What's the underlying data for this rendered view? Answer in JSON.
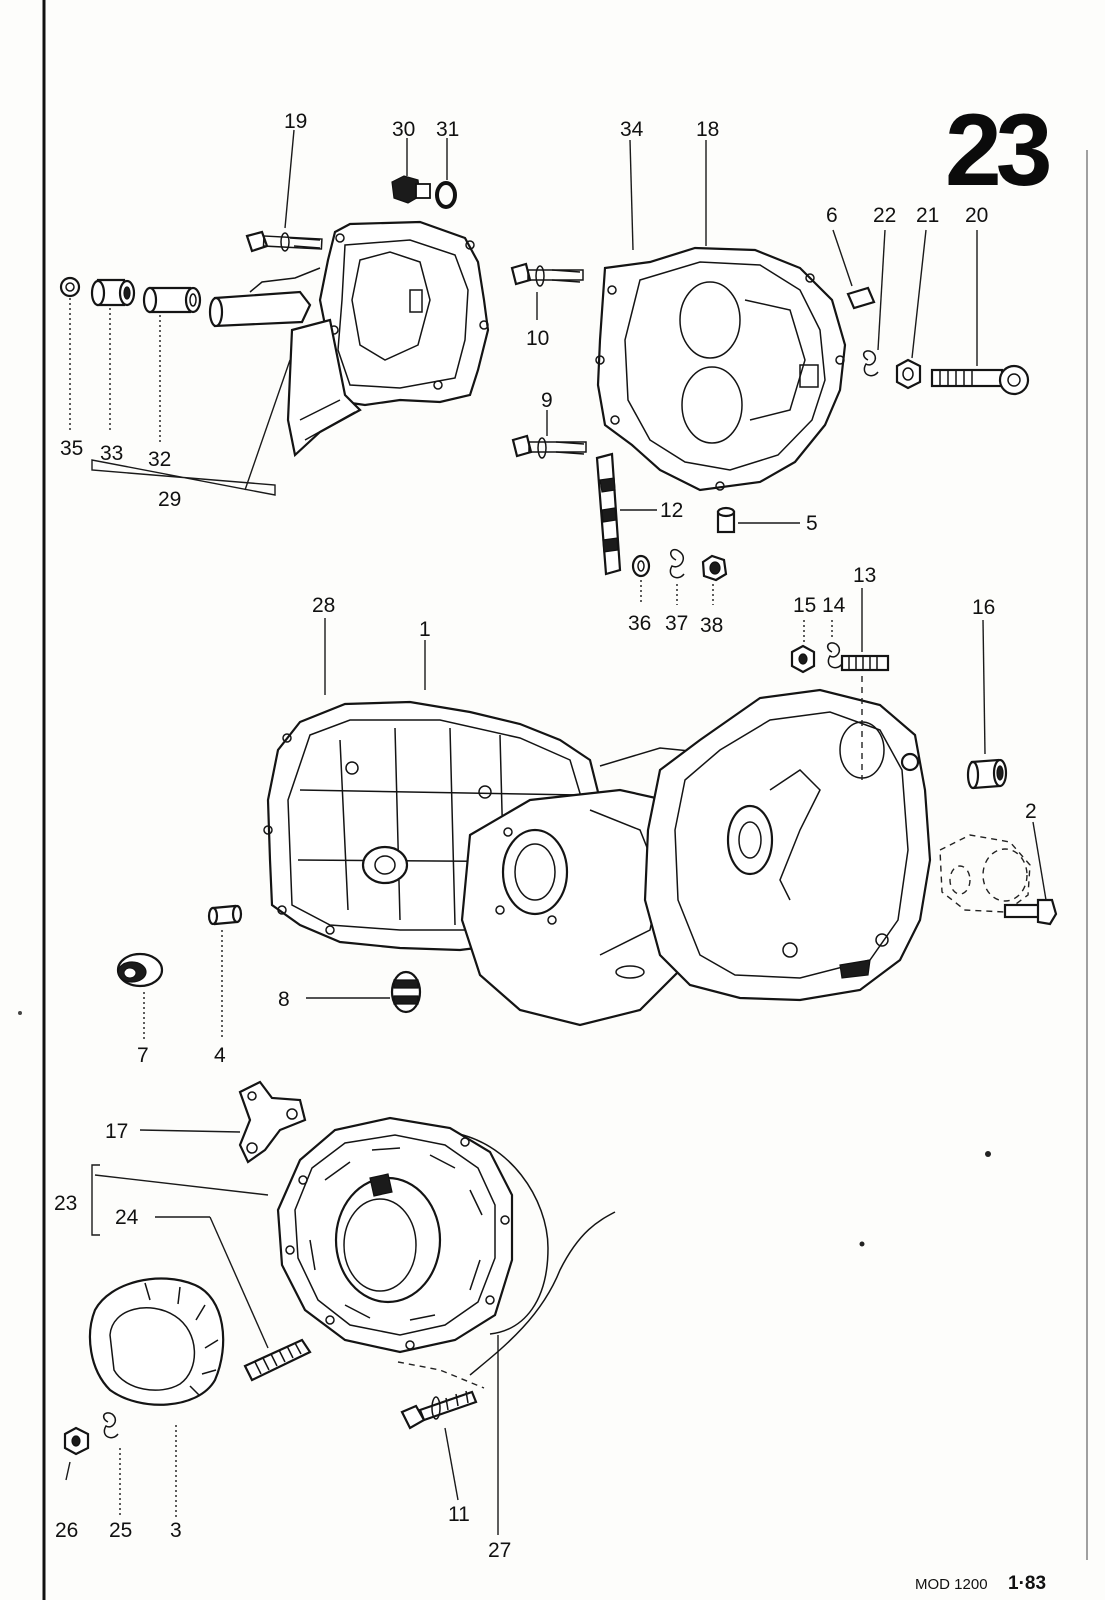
{
  "plate_number": "23",
  "footer": {
    "model": "MOD 1200",
    "page": "1·83"
  },
  "callouts": {
    "c1": "1",
    "c2": "2",
    "c3": "3",
    "c4": "4",
    "c5": "5",
    "c6": "6",
    "c7": "7",
    "c8": "8",
    "c9": "9",
    "c10": "10",
    "c11": "11",
    "c12": "12",
    "c13": "13",
    "c14": "14",
    "c15": "15",
    "c16": "16",
    "c17": "17",
    "c18": "18",
    "c19": "19",
    "c20": "20",
    "c21": "21",
    "c22": "22",
    "c23": "23",
    "c24": "24",
    "c25": "25",
    "c26": "26",
    "c27": "27",
    "c28": "28",
    "c29": "29",
    "c30": "30",
    "c31": "31",
    "c32": "32",
    "c33": "33",
    "c34": "34",
    "c35": "35",
    "c36": "36",
    "c37": "37",
    "c38": "38"
  }
}
